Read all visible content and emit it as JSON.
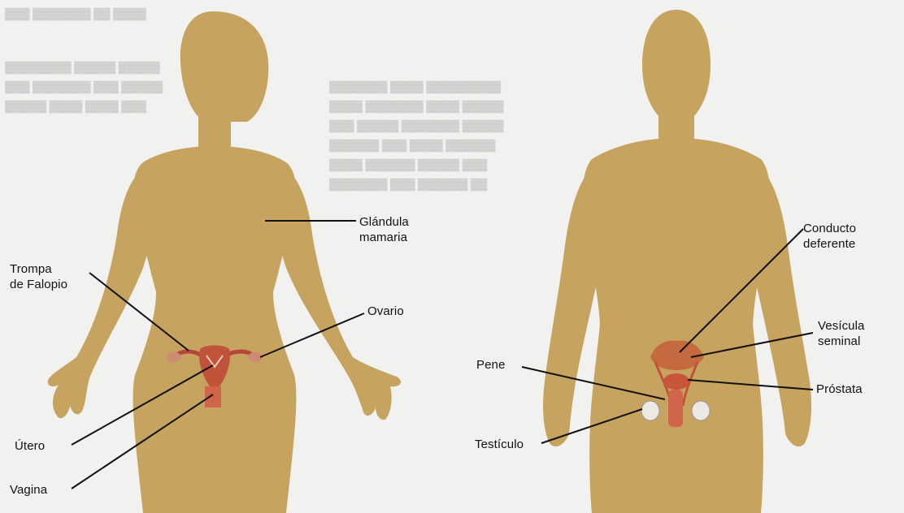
{
  "diagram": {
    "female": {
      "labels": {
        "mammary_gland_line1": "Glándula",
        "mammary_gland_line2": "mamaria",
        "fallopian_tube_line1": "Trompa",
        "fallopian_tube_line2": "de Falopio",
        "ovary": "Ovario",
        "uterus": "Útero",
        "vagina": "Vagina"
      }
    },
    "male": {
      "labels": {
        "vas_deferens_line1": "Conducto",
        "vas_deferens_line2": "deferente",
        "seminal_vesicle_line1": "Vesícula",
        "seminal_vesicle_line2": "seminal",
        "penis": "Pene",
        "prostate": "Próstata",
        "testicle": "Testículo"
      }
    }
  },
  "colors": {
    "background": "#f1f1ef",
    "body_silhouette": "#c6a35e",
    "organ": "#c0533a",
    "leader_line": "#111111",
    "label_text": "#111111"
  }
}
